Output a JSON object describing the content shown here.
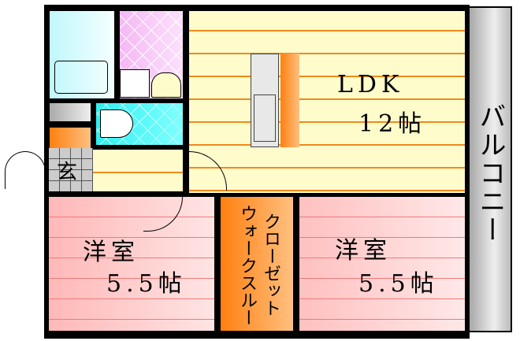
{
  "ldk": {
    "label": "LDK",
    "size": "12帖"
  },
  "room_west": {
    "label": "洋室",
    "size": "5.5帖"
  },
  "room_east": {
    "label": "洋室",
    "size": "5.5帖"
  },
  "closet": {
    "line1": "クローゼット",
    "line2": "ウォークスルー"
  },
  "balcony": {
    "label": "バルコニー"
  },
  "entrance": {
    "label": "玄"
  },
  "colors": {
    "ldk": "#fffccc",
    "room": "#ffc8c8",
    "closet": "#ff8c1a",
    "bath": "#c8f8fc",
    "wash": "#f8c8f8",
    "toilet": "#40f8f8",
    "balcony": "#c8c8c8"
  }
}
